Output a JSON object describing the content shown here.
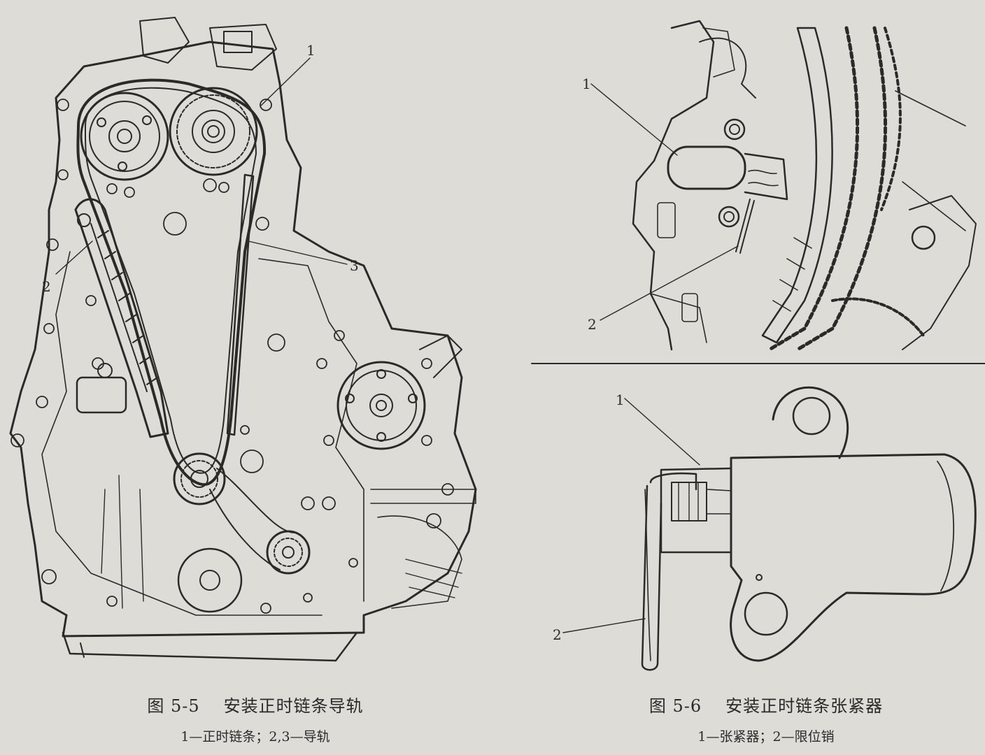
{
  "figure_left": {
    "number": "图 5-5",
    "title": "安装正时链条导轨",
    "legend": "1—正时链条；2,3—导轨",
    "callouts": [
      "1",
      "2",
      "3"
    ]
  },
  "figure_right": {
    "number": "图 5-6",
    "title": "安装正时链条张紧器",
    "legend": "1—张紧器；2—限位销",
    "top_callouts": [
      "1",
      "2"
    ],
    "bottom_callouts": [
      "1",
      "2"
    ]
  },
  "colors": {
    "paper": "#dedcd6",
    "ink": "#2b2a28"
  }
}
